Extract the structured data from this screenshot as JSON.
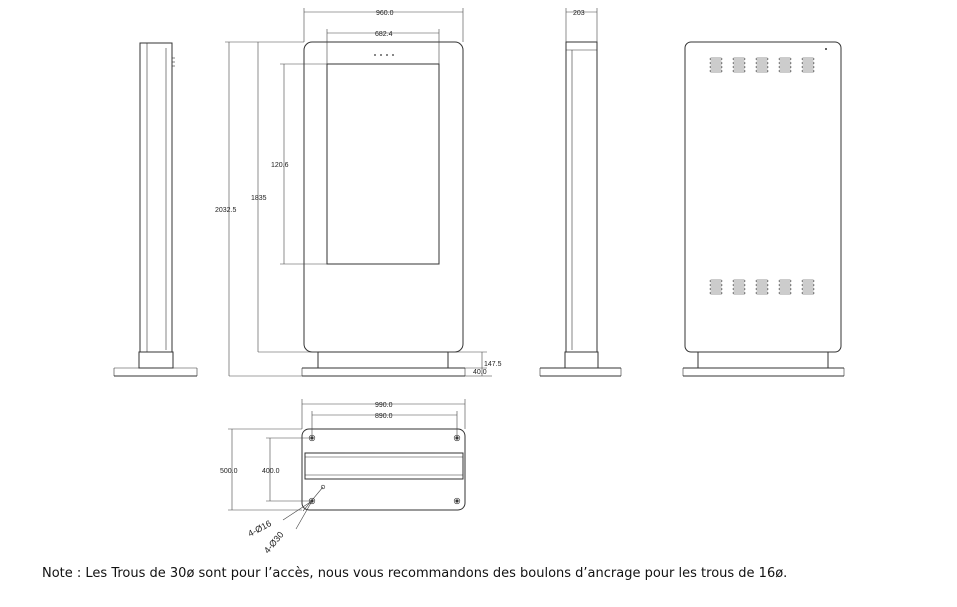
{
  "dimensions": {
    "front_width": "960.0",
    "screen_width": "682.4",
    "side_depth": "203",
    "total_height": "2032.5",
    "body_height": "1835",
    "screen_height": "120.6",
    "base_height": "147.5",
    "base_plate": "40.0",
    "base_outer_width": "990.0",
    "base_hole_spacing": "890.0",
    "base_depth": "500.0",
    "base_hole_depth": "400.0",
    "hole_small": "4-Ø16",
    "hole_large": "4-Ø30"
  },
  "note": "Note : Les Trous de 30ø sont pour l’accès, nous vous recommandons des boulons d’ancrage pour les trous de 16ø."
}
